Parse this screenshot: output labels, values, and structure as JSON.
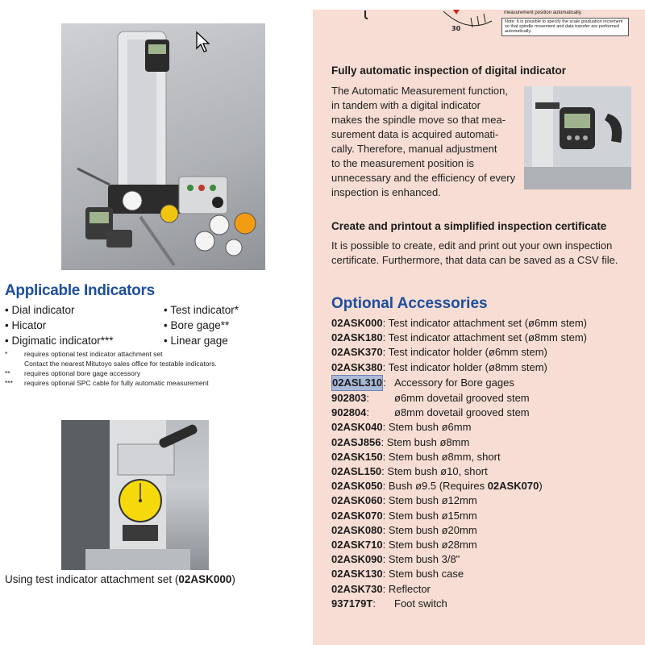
{
  "gauge_label": "30",
  "note_box": "Note: It is possible to specify the scale graduation increment so that spindle movement and data transfer are performed automatically.",
  "note_header": "measurement position automatically.",
  "section1": {
    "title": "Fully automatic inspection of digital indicator",
    "lines": [
      "The Automatic Measurement function,",
      "in tandem with a digital indicator",
      "makes the spindle move so that mea-",
      "surement data is acquired automati-",
      "cally. Therefore, manual adjustment",
      "to the measurement position is",
      "unnecessary and the efficiency of every",
      "inspection is enhanced."
    ]
  },
  "section2": {
    "title": "Create and printout a simplified inspection certificate",
    "lines": [
      "It is possible to create, edit and print out your own inspection",
      "certificate. Furthermore, that data can be saved as a CSV file."
    ]
  },
  "indicators": {
    "title": "Applicable Indicators",
    "col1": [
      "• Dial indicator",
      "• Hicator",
      "• Digimatic indicator***"
    ],
    "col2": [
      "• Test indicator*",
      "• Bore gage**",
      "• Linear gage"
    ],
    "footnotes": [
      {
        "mark": "*",
        "text": "requires optional test indicator attachment set"
      },
      {
        "mark": "",
        "text": "Contact the nearest Mitutoyo sales office for testable indicators."
      },
      {
        "mark": "**",
        "text": "requires optional bore gage accessory"
      },
      {
        "mark": "***",
        "text": "requires optional SPC cable for fully automatic measurement"
      }
    ]
  },
  "caption": {
    "prefix": "Using test indicator attachment set (",
    "code": "02ASK000",
    "suffix": ")"
  },
  "accessories": {
    "title": "Optional Accessories",
    "items": [
      {
        "code": "02ASK000",
        "sep": ":",
        "desc": "Test indicator attachment set (ø6mm stem)"
      },
      {
        "code": "02ASK180",
        "sep": ":",
        "desc": "Test indicator attachment set (ø8mm stem)"
      },
      {
        "code": "02ASK370",
        "sep": ":",
        "desc": "Test indicator holder (ø6mm stem)"
      },
      {
        "code": "02ASK380",
        "sep": ":",
        "desc": "Test indicator holder (ø8mm stem)"
      },
      {
        "code": "02ASL310",
        "sep": ":",
        "desc": "Accessory for Bore gages",
        "highlight": true,
        "padded": true
      },
      {
        "code": "902803",
        "sep": ":",
        "desc": "ø6mm dovetail grooved stem",
        "padded": true
      },
      {
        "code": "902804",
        "sep": ":",
        "desc": "ø8mm dovetail grooved stem",
        "padded": true
      },
      {
        "code": "02ASK040",
        "sep": ":",
        "desc": "Stem bush ø6mm"
      },
      {
        "code": "02ASJ856",
        "sep": ":",
        "desc": "Stem bush ø8mm"
      },
      {
        "code": "02ASK150",
        "sep": ":",
        "desc": "Stem bush ø8mm, short"
      },
      {
        "code": "02ASL150",
        "sep": ":",
        "desc": "Stem bush ø10, short"
      },
      {
        "code": "02ASK050",
        "sep": ":",
        "desc": "Bush ø9.5 (Requires ",
        "desc_bold": "02ASK070",
        "desc_end": ")"
      },
      {
        "code": "02ASK060",
        "sep": ":",
        "desc": "Stem bush ø12mm"
      },
      {
        "code": "02ASK070",
        "sep": ":",
        "desc": "Stem bush ø15mm"
      },
      {
        "code": "02ASK080",
        "sep": ":",
        "desc": "Stem bush ø20mm"
      },
      {
        "code": "02ASK710",
        "sep": ":",
        "desc": "Stem bush ø28mm"
      },
      {
        "code": "02ASK090",
        "sep": ":",
        "desc": "Stem bush 3/8\""
      },
      {
        "code": "02ASK130",
        "sep": ":",
        "desc": "Stem bush case"
      },
      {
        "code": "02ASK730",
        "sep": ":",
        "desc": "Reflector"
      },
      {
        "code": "937179T",
        "sep": ":",
        "desc": "Foot switch",
        "padded": true
      }
    ]
  }
}
